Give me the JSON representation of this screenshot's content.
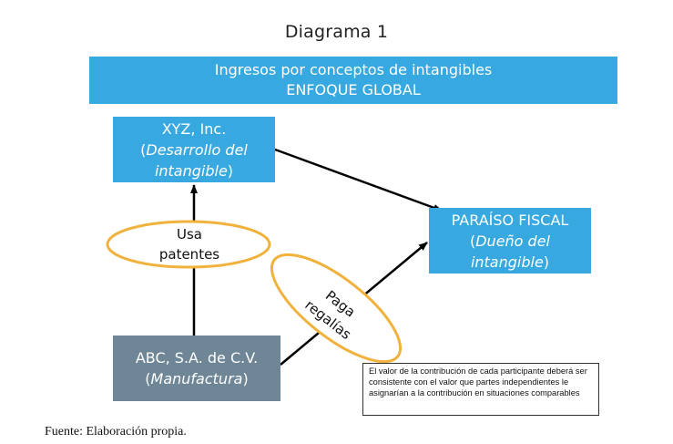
{
  "diagram_title": "Diagrama 1",
  "header": {
    "line1": "Ingresos por conceptos de intangibles",
    "line2": "ENFOQUE GLOBAL"
  },
  "nodes": {
    "xyz": {
      "name": "XYZ, Inc.",
      "role_open": "(",
      "role": "Desarrollo del intangible",
      "role_close": ")"
    },
    "paraiso": {
      "name": "PARAÍSO FISCAL",
      "role_open": "(",
      "role": "Dueño del intangible",
      "role_close": ")"
    },
    "abc": {
      "name": "ABC, S.A. de C.V.",
      "role_open": "(",
      "role": "Manufactura",
      "role_close": ")"
    }
  },
  "relations": {
    "usa_patentes": {
      "line1": "Usa",
      "line2": "patentes"
    },
    "paga_regalias": {
      "line1": "Paga",
      "line2": "regalías"
    }
  },
  "note": "El valor de la contribución de cada participante deberá ser consistente con el valor que partes independientes le asignarían a la contribución en situaciones comparables",
  "source": "Fuente: Elaboración propia.",
  "colors": {
    "box_blue": "#38a9e0",
    "box_gray": "#6e8696",
    "ellipse_stroke": "#f0b23c",
    "arrow": "#000000"
  }
}
